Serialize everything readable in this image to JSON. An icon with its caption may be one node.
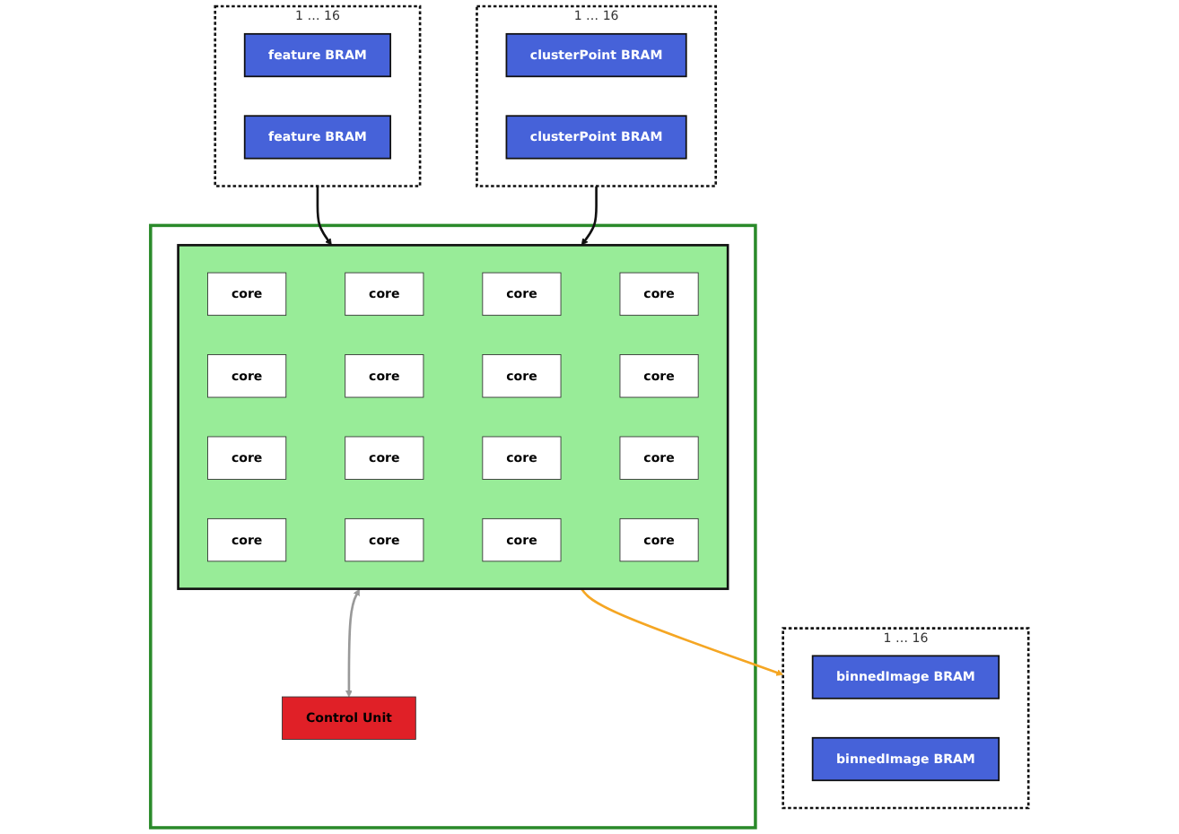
{
  "diagram": {
    "nodes": [
      {
        "text": [
          "1 … 16"
        ]
      },
      {
        "text": [
          "feature BRAM"
        ],
        "in": 0
      },
      {
        "text": [
          "feature BRAM"
        ],
        "in": 0
      },
      {
        "text": [
          "1 … 16"
        ]
      },
      {
        "text": [
          "clusterPoint BRAM"
        ],
        "in": 3
      },
      {
        "text": [
          "clusterPoint BRAM"
        ],
        "in": 3
      },
      {
        "text": [
          "1 … 16"
        ]
      },
      {
        "text": [
          "binnedImage BRAM"
        ],
        "in": 6
      },
      {
        "text": [
          "binnedImage BRAM"
        ],
        "in": 6
      },
      {
        "text": [],
        "shape": "box"
      },
      {
        "text": [],
        "shape": "box",
        "in": 9
      },
      {
        "text": [
          "core"
        ],
        "in": 10
      },
      {
        "text": [
          "core"
        ],
        "in": 10
      },
      {
        "text": [
          "core"
        ],
        "in": 10
      },
      {
        "text": [
          "core"
        ],
        "in": 10
      },
      {
        "text": [
          "core"
        ],
        "in": 10
      },
      {
        "text": [
          "core"
        ],
        "in": 10
      },
      {
        "text": [
          "core"
        ],
        "in": 10
      },
      {
        "text": [
          "core"
        ],
        "in": 10
      },
      {
        "text": [
          "core"
        ],
        "in": 10
      },
      {
        "text": [
          "core"
        ],
        "in": 10
      },
      {
        "text": [
          "core"
        ],
        "in": 10
      },
      {
        "text": [
          "core"
        ],
        "in": 10
      },
      {
        "text": [
          "core"
        ],
        "in": 10
      },
      {
        "text": [
          "core"
        ],
        "in": 10
      },
      {
        "text": [
          "core"
        ],
        "in": 10
      },
      {
        "text": [
          "core"
        ],
        "in": 10
      },
      {
        "text": [
          "Control Unit"
        ],
        "in": 9
      }
    ],
    "edges": [
      {
        "from": 0,
        "to": 10,
        "arrow": "to"
      },
      {
        "from": 3,
        "to": 10,
        "arrow": "to"
      },
      {
        "from": 10,
        "to": 6,
        "arrow": "to",
        "color": "#f5a623"
      },
      {
        "from": 10,
        "to": 27,
        "arrow": "both",
        "color": "#999999"
      }
    ]
  }
}
